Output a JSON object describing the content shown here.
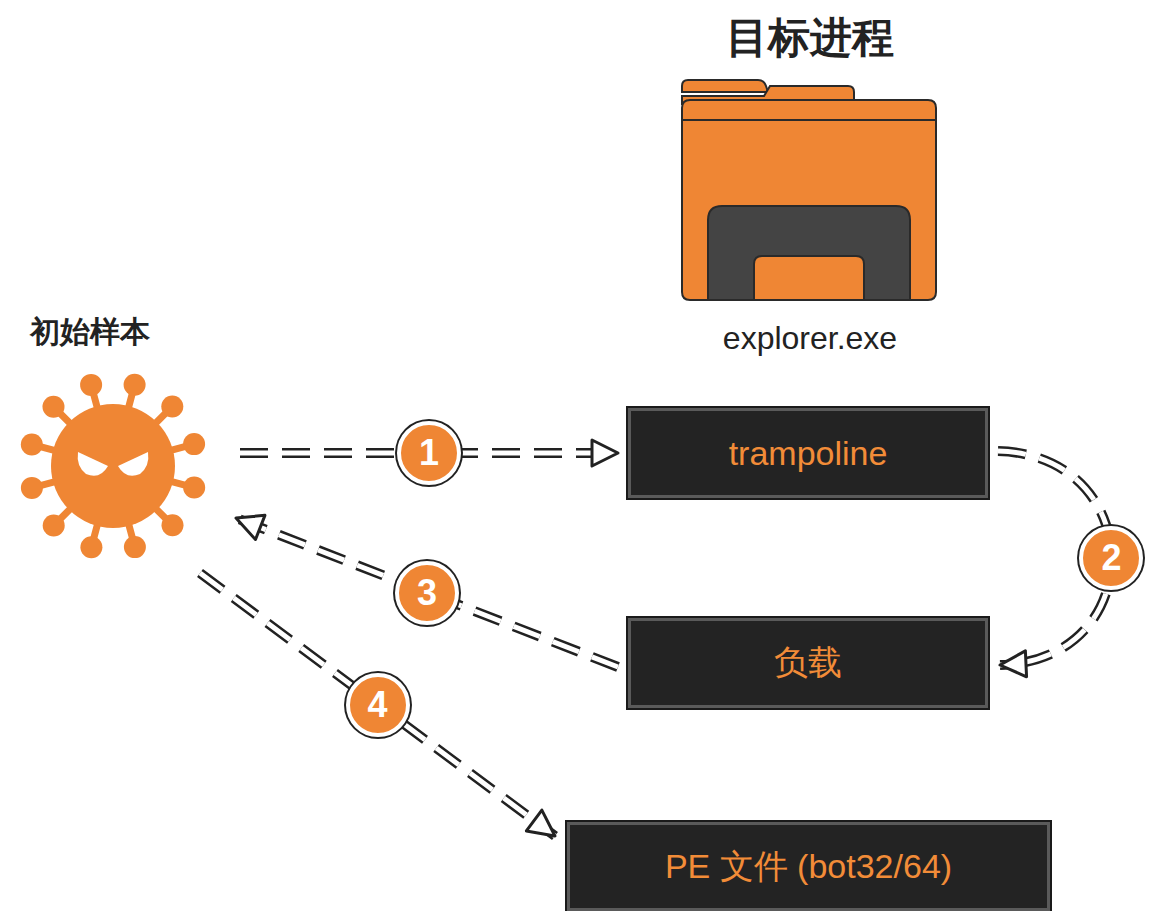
{
  "diagram": {
    "nodes": [
      {
        "text": [
          "初始样本"
        ]
      },
      {
        "text": [
          "目标进程",
          "explorer.exe"
        ]
      },
      {
        "text": [
          "trampoline"
        ]
      },
      {
        "text": [
          "负载"
        ]
      },
      {
        "text": [
          "PE 文件 (bot32/64)"
        ]
      }
    ],
    "edges": [
      {
        "from": 0,
        "to": 2,
        "arrow": "to",
        "label": "1"
      },
      {
        "from": 2,
        "to": 3,
        "arrow": "to",
        "label": "2"
      },
      {
        "from": 3,
        "to": 0,
        "arrow": "to",
        "label": "3"
      },
      {
        "from": 0,
        "to": 4,
        "arrow": "to",
        "label": "4"
      }
    ]
  }
}
